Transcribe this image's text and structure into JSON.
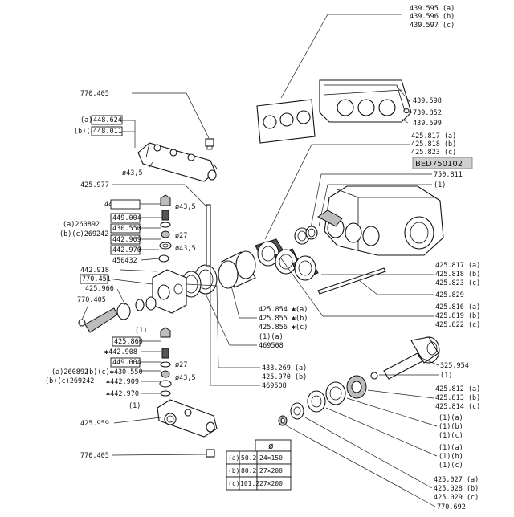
{
  "diagram": {
    "reference": "BED750102",
    "labels": {
      "l439595": "439.595 (a)",
      "l439596": "439.596 (b)",
      "l439597": "439.597 (c)",
      "l439598": "439.598",
      "l739852": "739.852",
      "l439599": "439.599",
      "l425817a": "425.817 (a)",
      "l425818b": "425.818 (b)",
      "l425823c": "425.823 (c)",
      "l750811": "750.811",
      "l1": "(1)",
      "l770405top": "770.405",
      "la": "(a)",
      "lbc": "(b)(c)",
      "l448624": "448.624",
      "l448011": "448.011",
      "ldia435a": "ø43,5",
      "l425977": "425.977",
      "l442908": "442.908",
      "ldia435b": "ø43,5",
      "l260892": "(a)260892",
      "l269242": "(b)(c)269242",
      "l449004": "449.004",
      "l430550": "430.550",
      "l442909": "442.909",
      "ldia27": "ø27",
      "l442970": "442.970",
      "ldia435c": "ø43,5",
      "l450432": "450432",
      "l442918": "442.918",
      "l770451": "770.451",
      "l425966": "425.966",
      "l770405mid": "770.405",
      "l425817b": "425.817 (a)",
      "l425818bb": "425.818 (b)",
      "l425823cc": "425.823 (c)",
      "l425829": "425.829",
      "l425816": "425.816 (a)",
      "l425819": "425.819 (b)",
      "l425822": "425.822 (c)",
      "l425854": "425.854 ✱(a)",
      "l425855": "425.855 ✱(b)",
      "l425856": "425.856 ✱(c)",
      "l1a": "(1)(a)",
      "l469508a": "469508",
      "l1b": "(1)",
      "l425860": "425.860",
      "l442908b": "✱442.908",
      "l260892b": "(a)260892",
      "l269242b": "(b)(c)269242",
      "l449004b": "449.004",
      "l430550b": "(b)(c)✱430.550",
      "ldia27b": "ø27",
      "l442909b": "✱442.909",
      "ldia435d": "ø43,5",
      "l442970b": "✱442.970",
      "l1c": "(1)",
      "l433269": "433.269 (a)",
      "l425970": "425.970 (b)",
      "l469508b": "469508",
      "l325954": "325.954",
      "l1d": "(1)",
      "l425812": "425.812 (a)",
      "l425813": "425.813 (b)",
      "l425814": "425.814 (c)",
      "l425959": "425.959",
      "l1ea": "(1)(a)",
      "l1eb": "(1)(b)",
      "l1ec": "(1)(c)",
      "l1fa": "(1)(a)",
      "l1fb": "(1)(b)",
      "l1fc": "(1)(c)",
      "l770405bot": "770.405",
      "l425027": "425.027 (a)",
      "l425028": "425.028 (b)",
      "l425029": "425.029 (c)",
      "l770692": "770.692"
    },
    "dimension_table": {
      "symbol": "ø",
      "rows": [
        {
          "key": "(a)",
          "c1": "50.2",
          "c2": "24×150"
        },
        {
          "key": "(b)",
          "c1": "80.2",
          "c2": "27×200"
        },
        {
          "key": "(c)",
          "c1": "101.2",
          "c2": "27×200"
        }
      ]
    }
  }
}
